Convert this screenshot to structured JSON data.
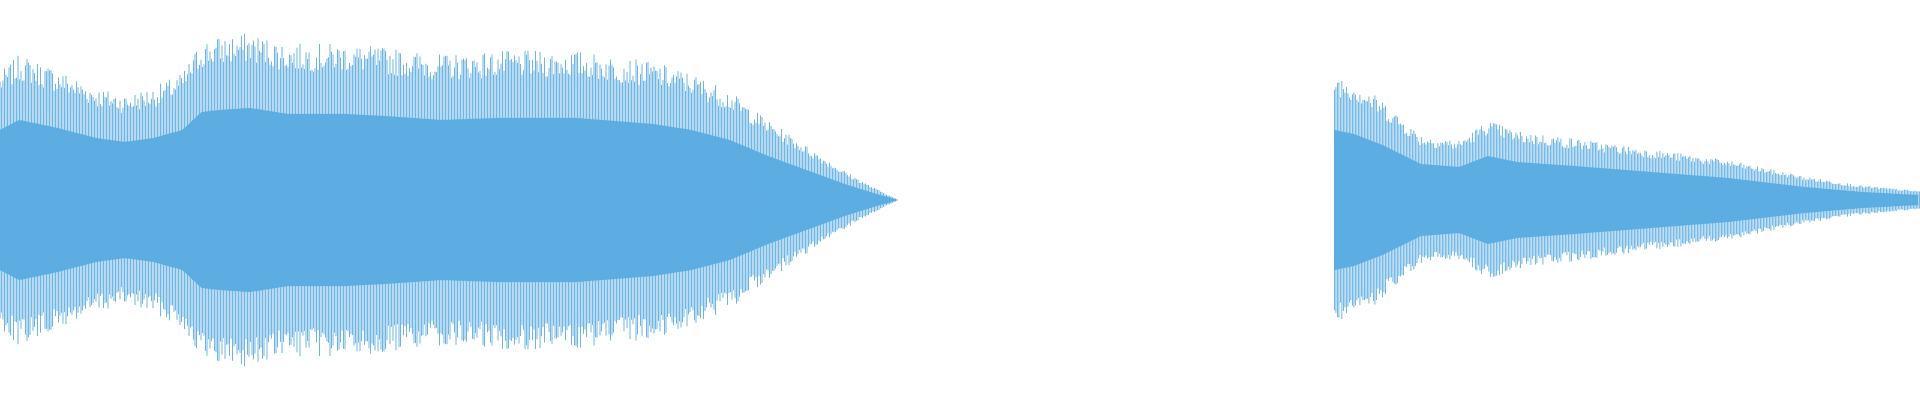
{
  "waveform": {
    "color": "#5dade2",
    "background": "#ffffff",
    "clips": [
      {
        "start": 0.0,
        "end": 0.468,
        "envelope": [
          [
            0.0,
            0.7
          ],
          [
            0.01,
            0.8
          ],
          [
            0.03,
            0.72
          ],
          [
            0.05,
            0.62
          ],
          [
            0.065,
            0.58
          ],
          [
            0.08,
            0.62
          ],
          [
            0.095,
            0.7
          ],
          [
            0.105,
            0.88
          ],
          [
            0.115,
            0.9
          ],
          [
            0.13,
            0.92
          ],
          [
            0.15,
            0.86
          ],
          [
            0.18,
            0.86
          ],
          [
            0.2,
            0.84
          ],
          [
            0.23,
            0.8
          ],
          [
            0.26,
            0.82
          ],
          [
            0.3,
            0.82
          ],
          [
            0.34,
            0.76
          ],
          [
            0.36,
            0.7
          ],
          [
            0.38,
            0.6
          ],
          [
            0.4,
            0.44
          ],
          [
            0.42,
            0.3
          ],
          [
            0.44,
            0.16
          ],
          [
            0.455,
            0.07
          ],
          [
            0.468,
            0.0
          ]
        ]
      },
      {
        "start": 0.695,
        "end": 1.0,
        "envelope": [
          [
            0.695,
            0.7
          ],
          [
            0.705,
            0.66
          ],
          [
            0.72,
            0.55
          ],
          [
            0.74,
            0.36
          ],
          [
            0.76,
            0.33
          ],
          [
            0.775,
            0.44
          ],
          [
            0.79,
            0.38
          ],
          [
            0.82,
            0.34
          ],
          [
            0.86,
            0.28
          ],
          [
            0.9,
            0.22
          ],
          [
            0.94,
            0.13
          ],
          [
            0.97,
            0.08
          ],
          [
            1.0,
            0.05
          ]
        ]
      }
    ]
  }
}
